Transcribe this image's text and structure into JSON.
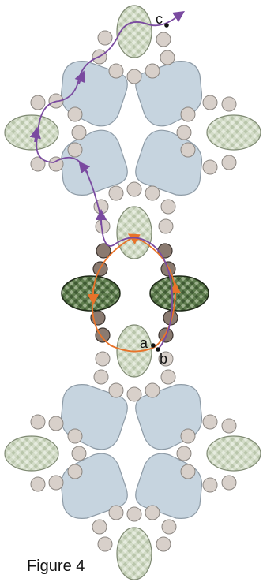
{
  "figure": {
    "caption": "Figure 4",
    "point_labels": {
      "a": "a",
      "b": "b",
      "c": "c"
    },
    "colors": {
      "crystal_light": "#c9d3bd",
      "crystal_dark": "#4e6a40",
      "tile": "#c6d4df",
      "seed_bead": "#d8d0ca",
      "bronze_bead": "#8a7a70",
      "purple_path": "#7a4aa0",
      "orange_path": "#e8732a"
    }
  }
}
